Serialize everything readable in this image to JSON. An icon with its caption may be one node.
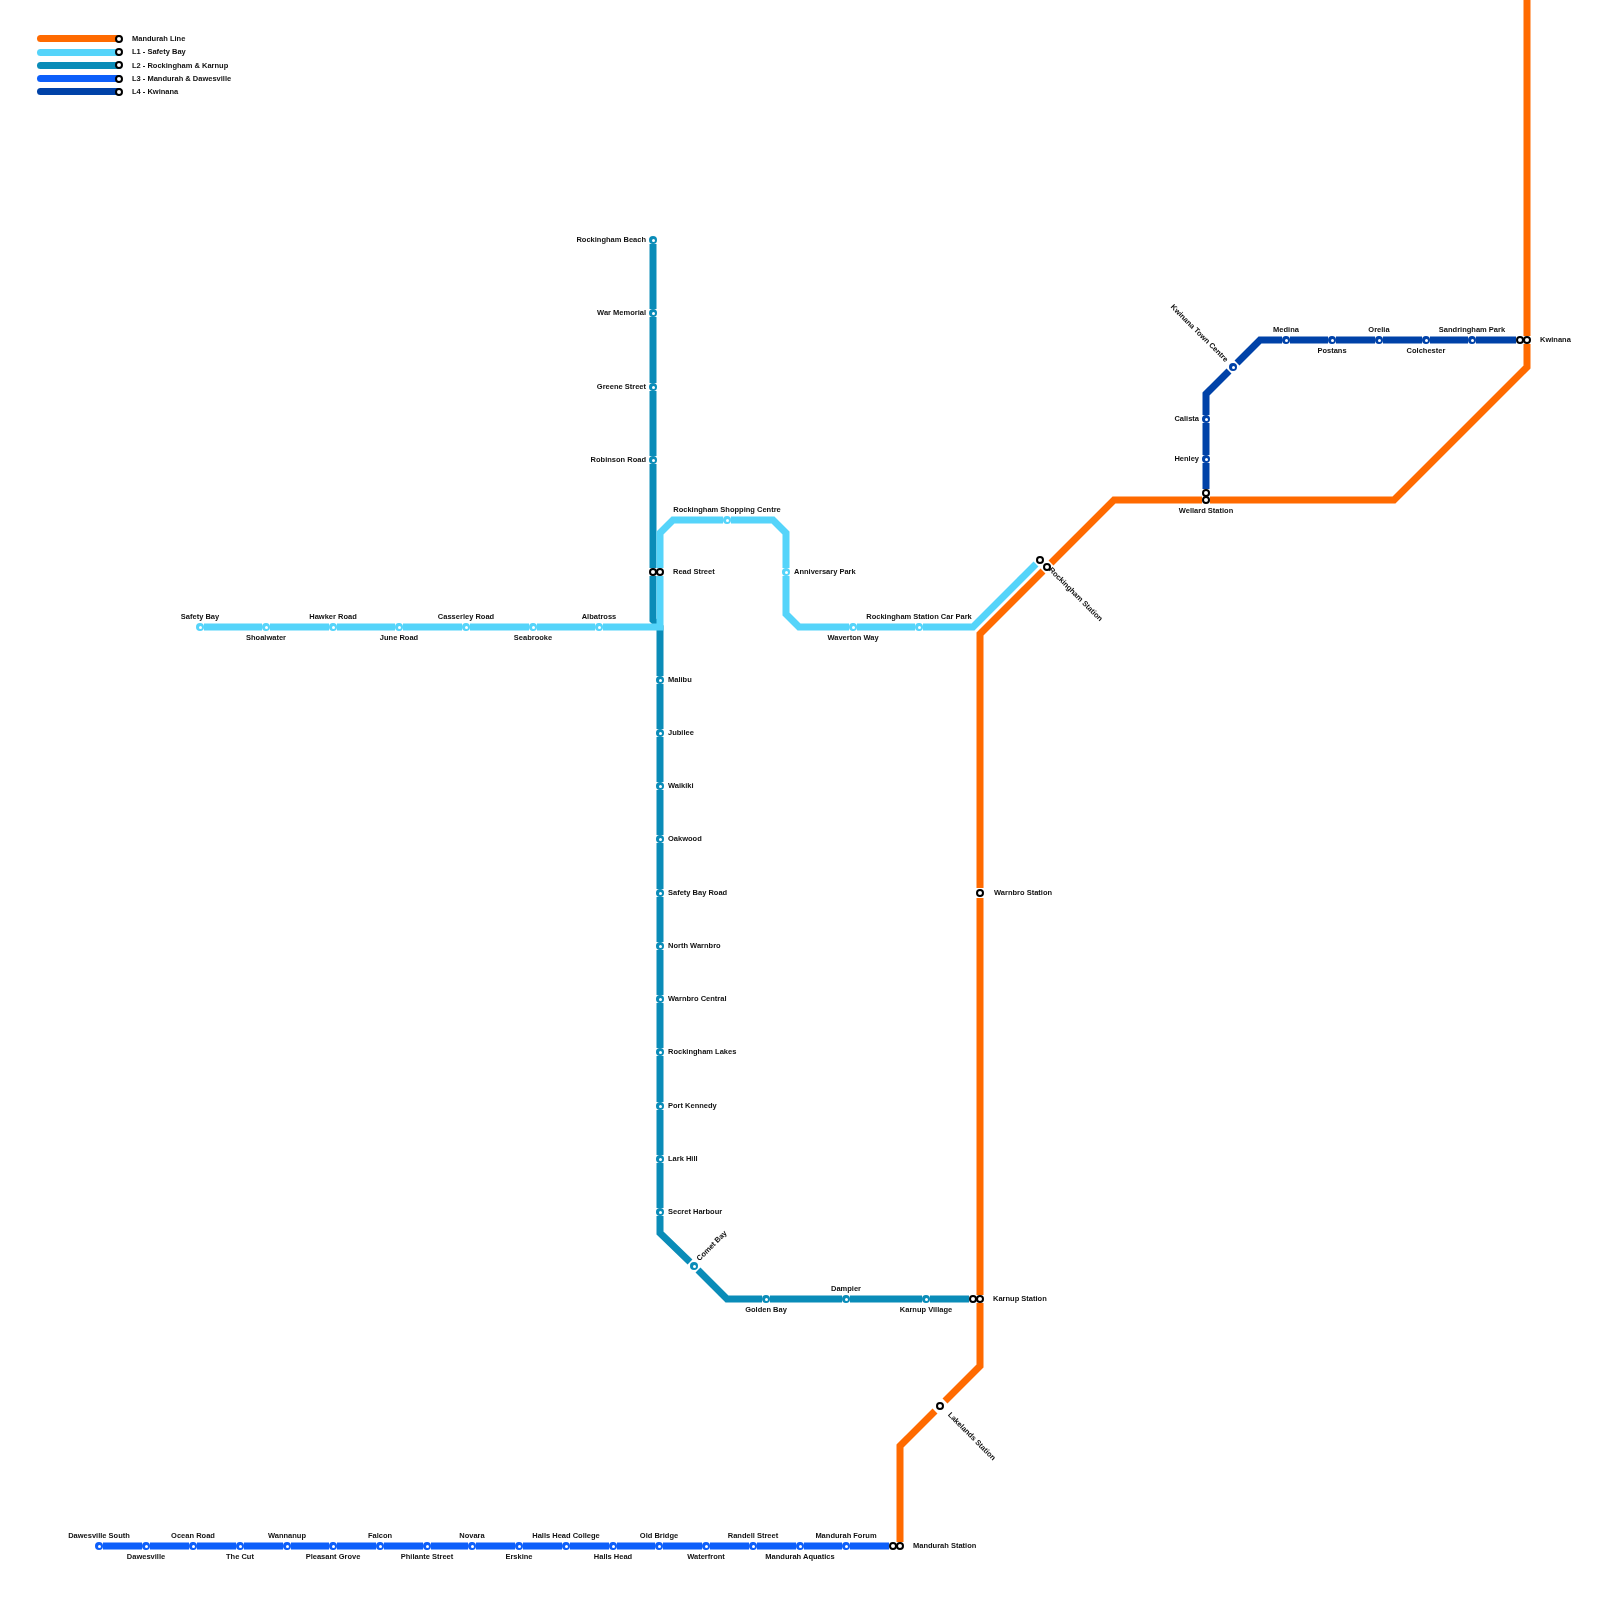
{
  "diagram": {
    "nodes": [
      {
        "text": [
          "Rockingham Beach"
        ]
      },
      {
        "text": [
          "War Memorial"
        ]
      },
      {
        "text": [
          "Greene Street"
        ]
      },
      {
        "text": [
          "Robinson Road"
        ]
      },
      {
        "text": [
          "Read Street"
        ]
      },
      {
        "text": [
          "Malibu"
        ]
      },
      {
        "text": [
          "Jubilee"
        ]
      },
      {
        "text": [
          "Waikiki"
        ]
      },
      {
        "text": [
          "Oakwood"
        ]
      },
      {
        "text": [
          "Safety Bay Road"
        ]
      },
      {
        "text": [
          "North Warnbro"
        ]
      },
      {
        "text": [
          "Warnbro Central"
        ]
      },
      {
        "text": [
          "Rockingham Lakes"
        ]
      },
      {
        "text": [
          "Port Kennedy"
        ]
      },
      {
        "text": [
          "Lark Hill"
        ]
      },
      {
        "text": [
          "Secret Harbour"
        ]
      },
      {
        "text": [
          "Comet Bay"
        ]
      },
      {
        "text": [
          "Golden Bay"
        ]
      },
      {
        "text": [
          "Dampier"
        ]
      },
      {
        "text": [
          "Karnup Village"
        ]
      },
      {
        "text": [
          "Karnup Station"
        ]
      },
      {
        "text": [
          "Safety Bay"
        ]
      },
      {
        "text": [
          "Shoalwater"
        ]
      },
      {
        "text": [
          "Hawker Road"
        ]
      },
      {
        "text": [
          "June Road"
        ]
      },
      {
        "text": [
          "Casserley Road"
        ]
      },
      {
        "text": [
          "Seabrooke"
        ]
      },
      {
        "text": [
          "Albatross"
        ]
      },
      {
        "text": [
          "Rockingham Shopping Centre"
        ]
      },
      {
        "text": [
          "Anniversary Park"
        ]
      },
      {
        "text": [
          "Waverton Way"
        ]
      },
      {
        "text": [
          "Rockingham Station Car Park"
        ]
      },
      {
        "text": [
          "Rockingham Station"
        ]
      },
      {
        "text": [
          "Warnbro Station"
        ]
      },
      {
        "text": [
          "Lakelands Station"
        ]
      },
      {
        "text": [
          "Mandurah Station"
        ]
      },
      {
        "text": [
          "Dawesville South"
        ]
      },
      {
        "text": [
          "Dawesville"
        ]
      },
      {
        "text": [
          "Ocean Road"
        ]
      },
      {
        "text": [
          "The Cut"
        ]
      },
      {
        "text": [
          "Wannanup"
        ]
      },
      {
        "text": [
          "Pleasant Grove"
        ]
      },
      {
        "text": [
          "Falcon"
        ]
      },
      {
        "text": [
          "Philante Street"
        ]
      },
      {
        "text": [
          "Novara"
        ]
      },
      {
        "text": [
          "Erskine"
        ]
      },
      {
        "text": [
          "Halls Head College"
        ]
      },
      {
        "text": [
          "Halls Head"
        ]
      },
      {
        "text": [
          "Old Bridge"
        ]
      },
      {
        "text": [
          "Waterfront"
        ]
      },
      {
        "text": [
          "Randell Street"
        ]
      },
      {
        "text": [
          "Mandurah Aquatics"
        ]
      },
      {
        "text": [
          "Mandurah Forum"
        ]
      },
      {
        "text": [
          "Kwinana"
        ]
      },
      {
        "text": [
          "Sandringham Park"
        ]
      },
      {
        "text": [
          "Colchester"
        ]
      },
      {
        "text": [
          "Orelia"
        ]
      },
      {
        "text": [
          "Postans"
        ]
      },
      {
        "text": [
          "Medina"
        ]
      },
      {
        "text": [
          "Kwinana Town Centre"
        ]
      },
      {
        "text": [
          "Calista"
        ]
      },
      {
        "text": [
          "Henley"
        ]
      },
      {
        "text": [
          "Wellard Station"
        ]
      }
    ],
    "edges": [
      {
        "from": 0,
        "to": 1,
        "arrow": "none",
        "color": "#0a8cb8"
      },
      {
        "from": 1,
        "to": 2,
        "arrow": "none",
        "color": "#0a8cb8"
      },
      {
        "from": 2,
        "to": 3,
        "arrow": "none",
        "color": "#0a8cb8"
      },
      {
        "from": 3,
        "to": 4,
        "arrow": "none",
        "color": "#0a8cb8"
      },
      {
        "from": 4,
        "to": 5,
        "arrow": "none",
        "color": "#0a8cb8"
      },
      {
        "from": 5,
        "to": 6,
        "arrow": "none",
        "color": "#0a8cb8"
      },
      {
        "from": 6,
        "to": 7,
        "arrow": "none",
        "color": "#0a8cb8"
      },
      {
        "from": 7,
        "to": 8,
        "arrow": "none",
        "color": "#0a8cb8"
      },
      {
        "from": 8,
        "to": 9,
        "arrow": "none",
        "color": "#0a8cb8"
      },
      {
        "from": 9,
        "to": 10,
        "arrow": "none",
        "color": "#0a8cb8"
      },
      {
        "from": 10,
        "to": 11,
        "arrow": "none",
        "color": "#0a8cb8"
      },
      {
        "from": 11,
        "to": 12,
        "arrow": "none",
        "color": "#0a8cb8"
      },
      {
        "from": 12,
        "to": 13,
        "arrow": "none",
        "color": "#0a8cb8"
      },
      {
        "from": 13,
        "to": 14,
        "arrow": "none",
        "color": "#0a8cb8"
      },
      {
        "from": 14,
        "to": 15,
        "arrow": "none",
        "color": "#0a8cb8"
      },
      {
        "from": 15,
        "to": 16,
        "arrow": "none",
        "color": "#0a8cb8"
      },
      {
        "from": 16,
        "to": 17,
        "arrow": "none",
        "color": "#0a8cb8"
      },
      {
        "from": 17,
        "to": 18,
        "arrow": "none",
        "color": "#0a8cb8"
      },
      {
        "from": 18,
        "to": 19,
        "arrow": "none",
        "color": "#0a8cb8"
      },
      {
        "from": 19,
        "to": 20,
        "arrow": "none",
        "color": "#0a8cb8"
      },
      {
        "from": 21,
        "to": 22,
        "arrow": "none",
        "color": "#55d4fa"
      },
      {
        "from": 22,
        "to": 23,
        "arrow": "none",
        "color": "#55d4fa"
      },
      {
        "from": 23,
        "to": 24,
        "arrow": "none",
        "color": "#55d4fa"
      },
      {
        "from": 24,
        "to": 25,
        "arrow": "none",
        "color": "#55d4fa"
      },
      {
        "from": 25,
        "to": 26,
        "arrow": "none",
        "color": "#55d4fa"
      },
      {
        "from": 26,
        "to": 27,
        "arrow": "none",
        "color": "#55d4fa"
      },
      {
        "from": 27,
        "to": 4,
        "arrow": "none",
        "color": "#55d4fa"
      },
      {
        "from": 4,
        "to": 28,
        "arrow": "none",
        "color": "#55d4fa"
      },
      {
        "from": 28,
        "to": 29,
        "arrow": "none",
        "color": "#55d4fa"
      },
      {
        "from": 29,
        "to": 30,
        "arrow": "none",
        "color": "#55d4fa"
      },
      {
        "from": 30,
        "to": 31,
        "arrow": "none",
        "color": "#55d4fa"
      },
      {
        "from": 31,
        "to": 32,
        "arrow": "none",
        "color": "#55d4fa"
      },
      {
        "from": null,
        "to": 53,
        "arrow": "none",
        "color": "#ff6a00"
      },
      {
        "from": 53,
        "to": 62,
        "arrow": "none",
        "color": "#ff6a00"
      },
      {
        "from": 62,
        "to": 32,
        "arrow": "none",
        "color": "#ff6a00"
      },
      {
        "from": 32,
        "to": 33,
        "arrow": "none",
        "color": "#ff6a00"
      },
      {
        "from": 33,
        "to": 20,
        "arrow": "none",
        "color": "#ff6a00"
      },
      {
        "from": 20,
        "to": 34,
        "arrow": "none",
        "color": "#ff6a00"
      },
      {
        "from": 34,
        "to": 35,
        "arrow": "none",
        "color": "#ff6a00"
      },
      {
        "from": 36,
        "to": 37,
        "arrow": "none",
        "color": "#0d5ffa"
      },
      {
        "from": 37,
        "to": 38,
        "arrow": "none",
        "color": "#0d5ffa"
      },
      {
        "from": 38,
        "to": 39,
        "arrow": "none",
        "color": "#0d5ffa"
      },
      {
        "from": 39,
        "to": 40,
        "arrow": "none",
        "color": "#0d5ffa"
      },
      {
        "from": 40,
        "to": 41,
        "arrow": "none",
        "color": "#0d5ffa"
      },
      {
        "from": 41,
        "to": 42,
        "arrow": "none",
        "color": "#0d5ffa"
      },
      {
        "from": 42,
        "to": 43,
        "arrow": "none",
        "color": "#0d5ffa"
      },
      {
        "from": 43,
        "to": 44,
        "arrow": "none",
        "color": "#0d5ffa"
      },
      {
        "from": 44,
        "to": 45,
        "arrow": "none",
        "color": "#0d5ffa"
      },
      {
        "from": 45,
        "to": 46,
        "arrow": "none",
        "color": "#0d5ffa"
      },
      {
        "from": 46,
        "to": 47,
        "arrow": "none",
        "color": "#0d5ffa"
      },
      {
        "from": 47,
        "to": 48,
        "arrow": "none",
        "color": "#0d5ffa"
      },
      {
        "from": 48,
        "to": 49,
        "arrow": "none",
        "color": "#0d5ffa"
      },
      {
        "from": 49,
        "to": 50,
        "arrow": "none",
        "color": "#0d5ffa"
      },
      {
        "from": 50,
        "to": 51,
        "arrow": "none",
        "color": "#0d5ffa"
      },
      {
        "from": 51,
        "to": 52,
        "arrow": "none",
        "color": "#0d5ffa"
      },
      {
        "from": 52,
        "to": 35,
        "arrow": "none",
        "color": "#0d5ffa"
      },
      {
        "from": 53,
        "to": 54,
        "arrow": "none",
        "color": "#0042a8"
      },
      {
        "from": 54,
        "to": 55,
        "arrow": "none",
        "color": "#0042a8"
      },
      {
        "from": 55,
        "to": 56,
        "arrow": "none",
        "color": "#0042a8"
      },
      {
        "from": 56,
        "to": 57,
        "arrow": "none",
        "color": "#0042a8"
      },
      {
        "from": 57,
        "to": 58,
        "arrow": "none",
        "color": "#0042a8"
      },
      {
        "from": 58,
        "to": 59,
        "arrow": "none",
        "color": "#0042a8"
      },
      {
        "from": 59,
        "to": 60,
        "arrow": "none",
        "color": "#0042a8"
      },
      {
        "from": 60,
        "to": 61,
        "arrow": "none",
        "color": "#0042a8"
      },
      {
        "from": 61,
        "to": 62,
        "arrow": "none",
        "color": "#0042a8"
      }
    ],
    "legend": [
      {
        "text": "Mandurah Line",
        "color": "#ff6a00"
      },
      {
        "text": "L1 - Safety Bay",
        "color": "#55d4fa"
      },
      {
        "text": "L2 - Rockingham & Karnup",
        "color": "#0a8cb8"
      },
      {
        "text": "L3 - Mandurah & Dawesville",
        "color": "#0d5ffa"
      },
      {
        "text": "L4 - Kwinana",
        "color": "#0042a8"
      }
    ]
  }
}
